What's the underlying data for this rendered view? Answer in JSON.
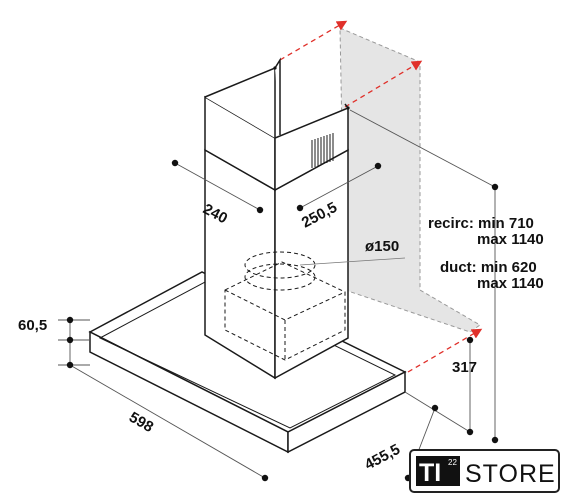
{
  "dimensions": {
    "hood_height": "60,5",
    "width": "598",
    "depth": "455,5",
    "chimney_width": "240",
    "chimney_depth": "250,5",
    "duct_diameter": "ø150",
    "wall_offset": "317"
  },
  "mounting_heights": {
    "recirc_line1": "recirc: min 710",
    "recirc_line2": "max 1140",
    "duct_line1": "duct: min 620",
    "duct_line2": "max 1140"
  },
  "logo": {
    "mark": "TI",
    "superscript": "22",
    "word": "STORE"
  },
  "colors": {
    "line": "#1a1a1a",
    "dashed_red": "#e0302a",
    "wall_gray": "#e3e3e3",
    "dot": "#111111"
  }
}
